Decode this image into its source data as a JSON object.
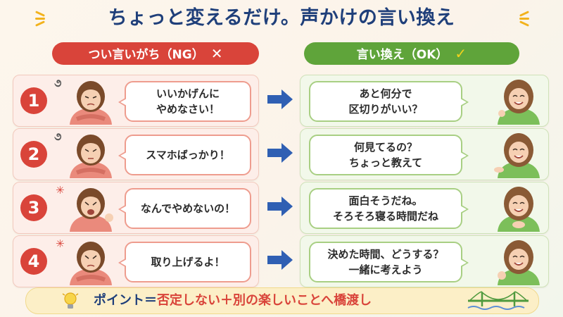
{
  "title": "ちょっと変えるだけ。声かけの言い換え",
  "headers": {
    "ng_label": "つい言いがち（NG）",
    "ng_mark": "✕",
    "ok_label": "言い換え（OK）",
    "ok_mark": "✓"
  },
  "rows": [
    {
      "number": "1",
      "ng_line1": "いいかげんに",
      "ng_line2": "やめなさい！",
      "ok_line1": "あと何分で",
      "ok_line2": "区切りがいい？",
      "ng_emote": "૭",
      "ng_emote_icon": "sigh-icon"
    },
    {
      "number": "2",
      "ng_line1": "スマホばっかり！",
      "ng_line2": "",
      "ok_line1": "何見てるの？",
      "ok_line2": "ちょっと教えて",
      "ng_emote": "૭",
      "ng_emote_icon": "tangle-icon"
    },
    {
      "number": "3",
      "ng_line1": "なんでやめないの！",
      "ng_line2": "",
      "ok_line1": "面白そうだね。",
      "ok_line2": "そろそろ寝る時間だね",
      "ng_emote": "✳",
      "ng_emote_icon": "anger-icon"
    },
    {
      "number": "4",
      "ng_line1": "取り上げるよ！",
      "ng_line2": "",
      "ok_line1": "決めた時間、どうする？",
      "ok_line2": "一緒に考えよう",
      "ng_emote": "✳",
      "ng_emote_icon": "anger-icon"
    }
  ],
  "footer": {
    "prefix": "ポイント＝",
    "highlight": "否定しない＋別の楽しいことへ橋渡し"
  },
  "colors": {
    "title": "#1f3f7a",
    "ng": "#d9443a",
    "ok": "#5fa43a",
    "arrow": "#2f5fb3",
    "footer_bg": "#fcefc7"
  }
}
